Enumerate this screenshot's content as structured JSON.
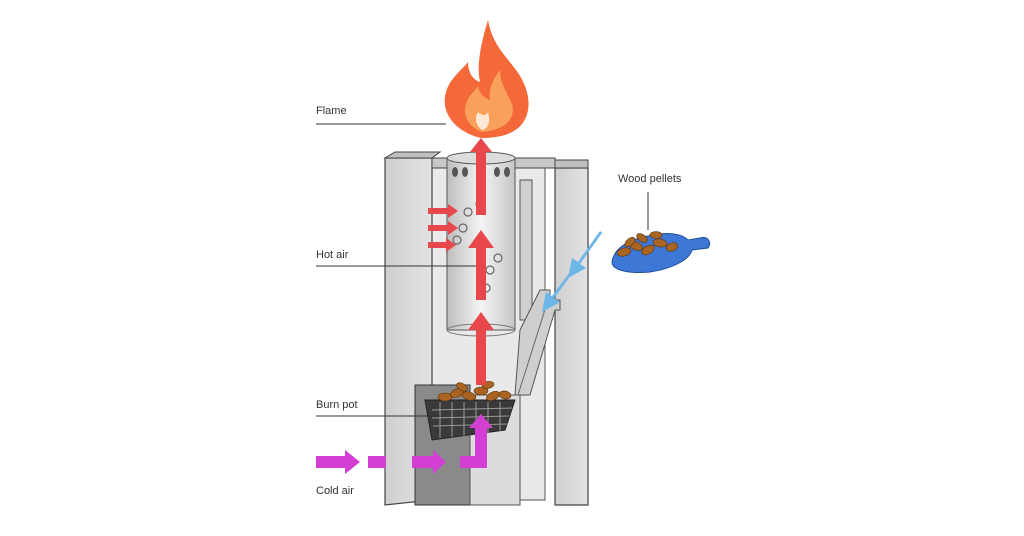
{
  "labels": {
    "flame": "Flame",
    "hot_air": "Hot air",
    "burn_pot": "Burn pot",
    "cold_air": "Cold air",
    "wood_pellets": "Wood pellets"
  },
  "colors": {
    "flame_outer": "#f4683a",
    "flame_inner": "#f9a15a",
    "hot_air_arrow": "#e8474b",
    "cold_air_arrow": "#d43fd3",
    "pellet_arrow": "#6cb6e8",
    "scoop": "#3e78d6",
    "pellets": "#a86420",
    "wall": "#d9d9d9",
    "wall_shadow": "#a9a9a9",
    "inner_tube": "#ececec"
  }
}
